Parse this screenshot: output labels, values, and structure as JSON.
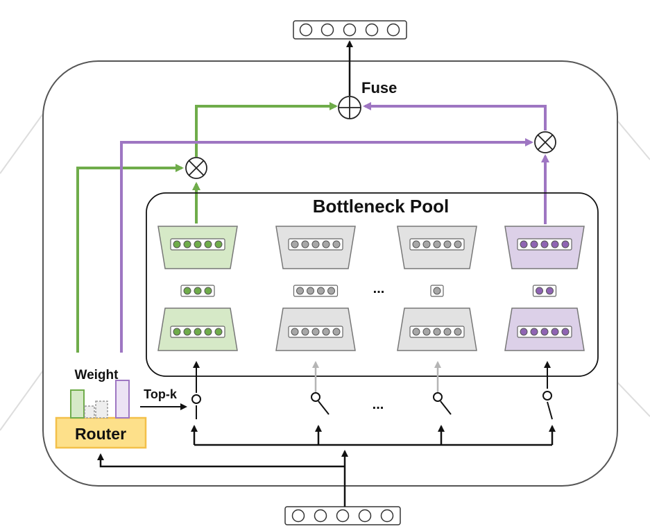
{
  "labels": {
    "fuse": "Fuse",
    "pool_title": "Bottleneck Pool",
    "weight": "Weight",
    "topk": "Top-k",
    "router": "Router",
    "ellipsis_row": "...",
    "ellipsis_switch": "..."
  },
  "vectors": {
    "output_dims": 5,
    "input_dims": 5
  },
  "experts": [
    {
      "state": "selected",
      "color": "#6fac4a",
      "fill": "#d6e9c7",
      "up_dims": 5,
      "mid_dims": 3,
      "down_dims": 5
    },
    {
      "state": "inactive",
      "color": "#a7a7a7",
      "fill": "#e2e2e2",
      "up_dims": 5,
      "mid_dims": 4,
      "down_dims": 5
    },
    {
      "state": "inactive",
      "color": "#a7a7a7",
      "fill": "#e2e2e2",
      "up_dims": 5,
      "mid_dims": 1,
      "down_dims": 5
    },
    {
      "state": "selected",
      "color": "#8f64b3",
      "fill": "#dcd0e8",
      "up_dims": 5,
      "mid_dims": 2,
      "down_dims": 5
    }
  ],
  "colors": {
    "green": "#6fac4a",
    "purple": "#9e76c2",
    "gray": "#b5b5b5",
    "router_fill": "#fde08a",
    "router_border": "#f3c04a"
  }
}
